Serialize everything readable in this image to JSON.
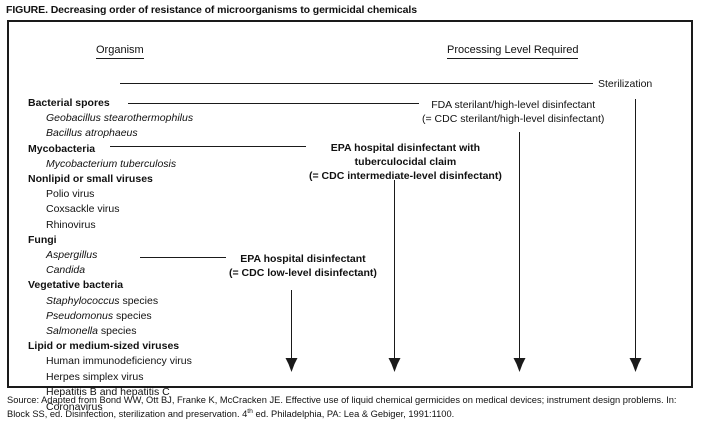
{
  "figure": {
    "caption": "FIGURE. Decreasing order of resistance of microorganisms to germicidal chemicals",
    "headings": {
      "organism": "Organism",
      "processing": "Processing Level Required"
    }
  },
  "organisms": [
    {
      "label": "Bacterial spores",
      "type": "group",
      "italic": false
    },
    {
      "label": "Geobacillus stearothermophilus",
      "type": "child",
      "italic": true
    },
    {
      "label": "Bacillus atrophaeus",
      "type": "child",
      "italic": true
    },
    {
      "label": "Mycobacteria",
      "type": "group",
      "italic": false
    },
    {
      "label": "Mycobacterium tuberculosis",
      "type": "child",
      "italic": true
    },
    {
      "label": "Nonlipid or small viruses",
      "type": "group",
      "italic": false
    },
    {
      "label": "Polio virus",
      "type": "child",
      "italic": false
    },
    {
      "label": "Coxsackle virus",
      "type": "child",
      "italic": false
    },
    {
      "label": "Rhinovirus",
      "type": "child",
      "italic": false
    },
    {
      "label": "Fungi",
      "type": "group",
      "italic": false
    },
    {
      "label": "Aspergillus",
      "type": "child",
      "italic": true
    },
    {
      "label": "Candida",
      "type": "child",
      "italic": true
    },
    {
      "label": "Vegetative bacteria",
      "type": "group",
      "italic": false
    },
    {
      "label": "Staphylococcus species",
      "type": "child",
      "italic": false,
      "italic_prefix": "Staphylococcus",
      "rest": " species"
    },
    {
      "label": "Pseudomonus species",
      "type": "child",
      "italic": false,
      "italic_prefix": "Pseudomonus",
      "rest": " species"
    },
    {
      "label": "Salmonella species",
      "type": "child",
      "italic": false,
      "italic_prefix": "Salmonella",
      "rest": " species"
    },
    {
      "label": "Lipid or medium-sized viruses",
      "type": "group",
      "italic": false
    },
    {
      "label": "Human immunodeficiency virus",
      "type": "child",
      "italic": false
    },
    {
      "label": "Herpes simplex virus",
      "type": "child",
      "italic": false
    },
    {
      "label": "Hepatitis B and hepatitis C",
      "type": "child",
      "italic": false
    },
    {
      "label": "Coronavirus",
      "type": "child",
      "italic": false
    }
  ],
  "processing_levels": [
    {
      "id": "sterilization",
      "lines": [
        "Sterilization"
      ],
      "bold": false
    },
    {
      "id": "fda-sterilant",
      "lines": [
        "FDA sterilant/high-level disinfectant",
        "(= CDC sterilant/high-level disinfectant)"
      ],
      "bold": false
    },
    {
      "id": "epa-intermediate",
      "lines": [
        "EPA hospital disinfectant with",
        "tuberculocidal claim",
        "(= CDC intermediate-level disinfectant)"
      ],
      "bold": true
    },
    {
      "id": "epa-low",
      "lines": [
        "EPA hospital disinfectant",
        "(= CDC low-level disinfectant)"
      ],
      "bold": true
    }
  ],
  "source": {
    "line1": "Source: Adapted from Bond WW, Ott BJ, Franke K, McCracken JE. Effective use of liquid chemical germicides on medical devices; instrument design",
    "line2_a": "problems. In: Block SS, ed. Disinfection, sterilization and preservation. 4",
    "line2_sup": "th",
    "line2_b": " ed. Philadelphia, PA: Lea & Gebiger, 1991:1100."
  },
  "colors": {
    "ink": "#111111",
    "frame": "#1a1a1a",
    "background": "#ffffff"
  }
}
